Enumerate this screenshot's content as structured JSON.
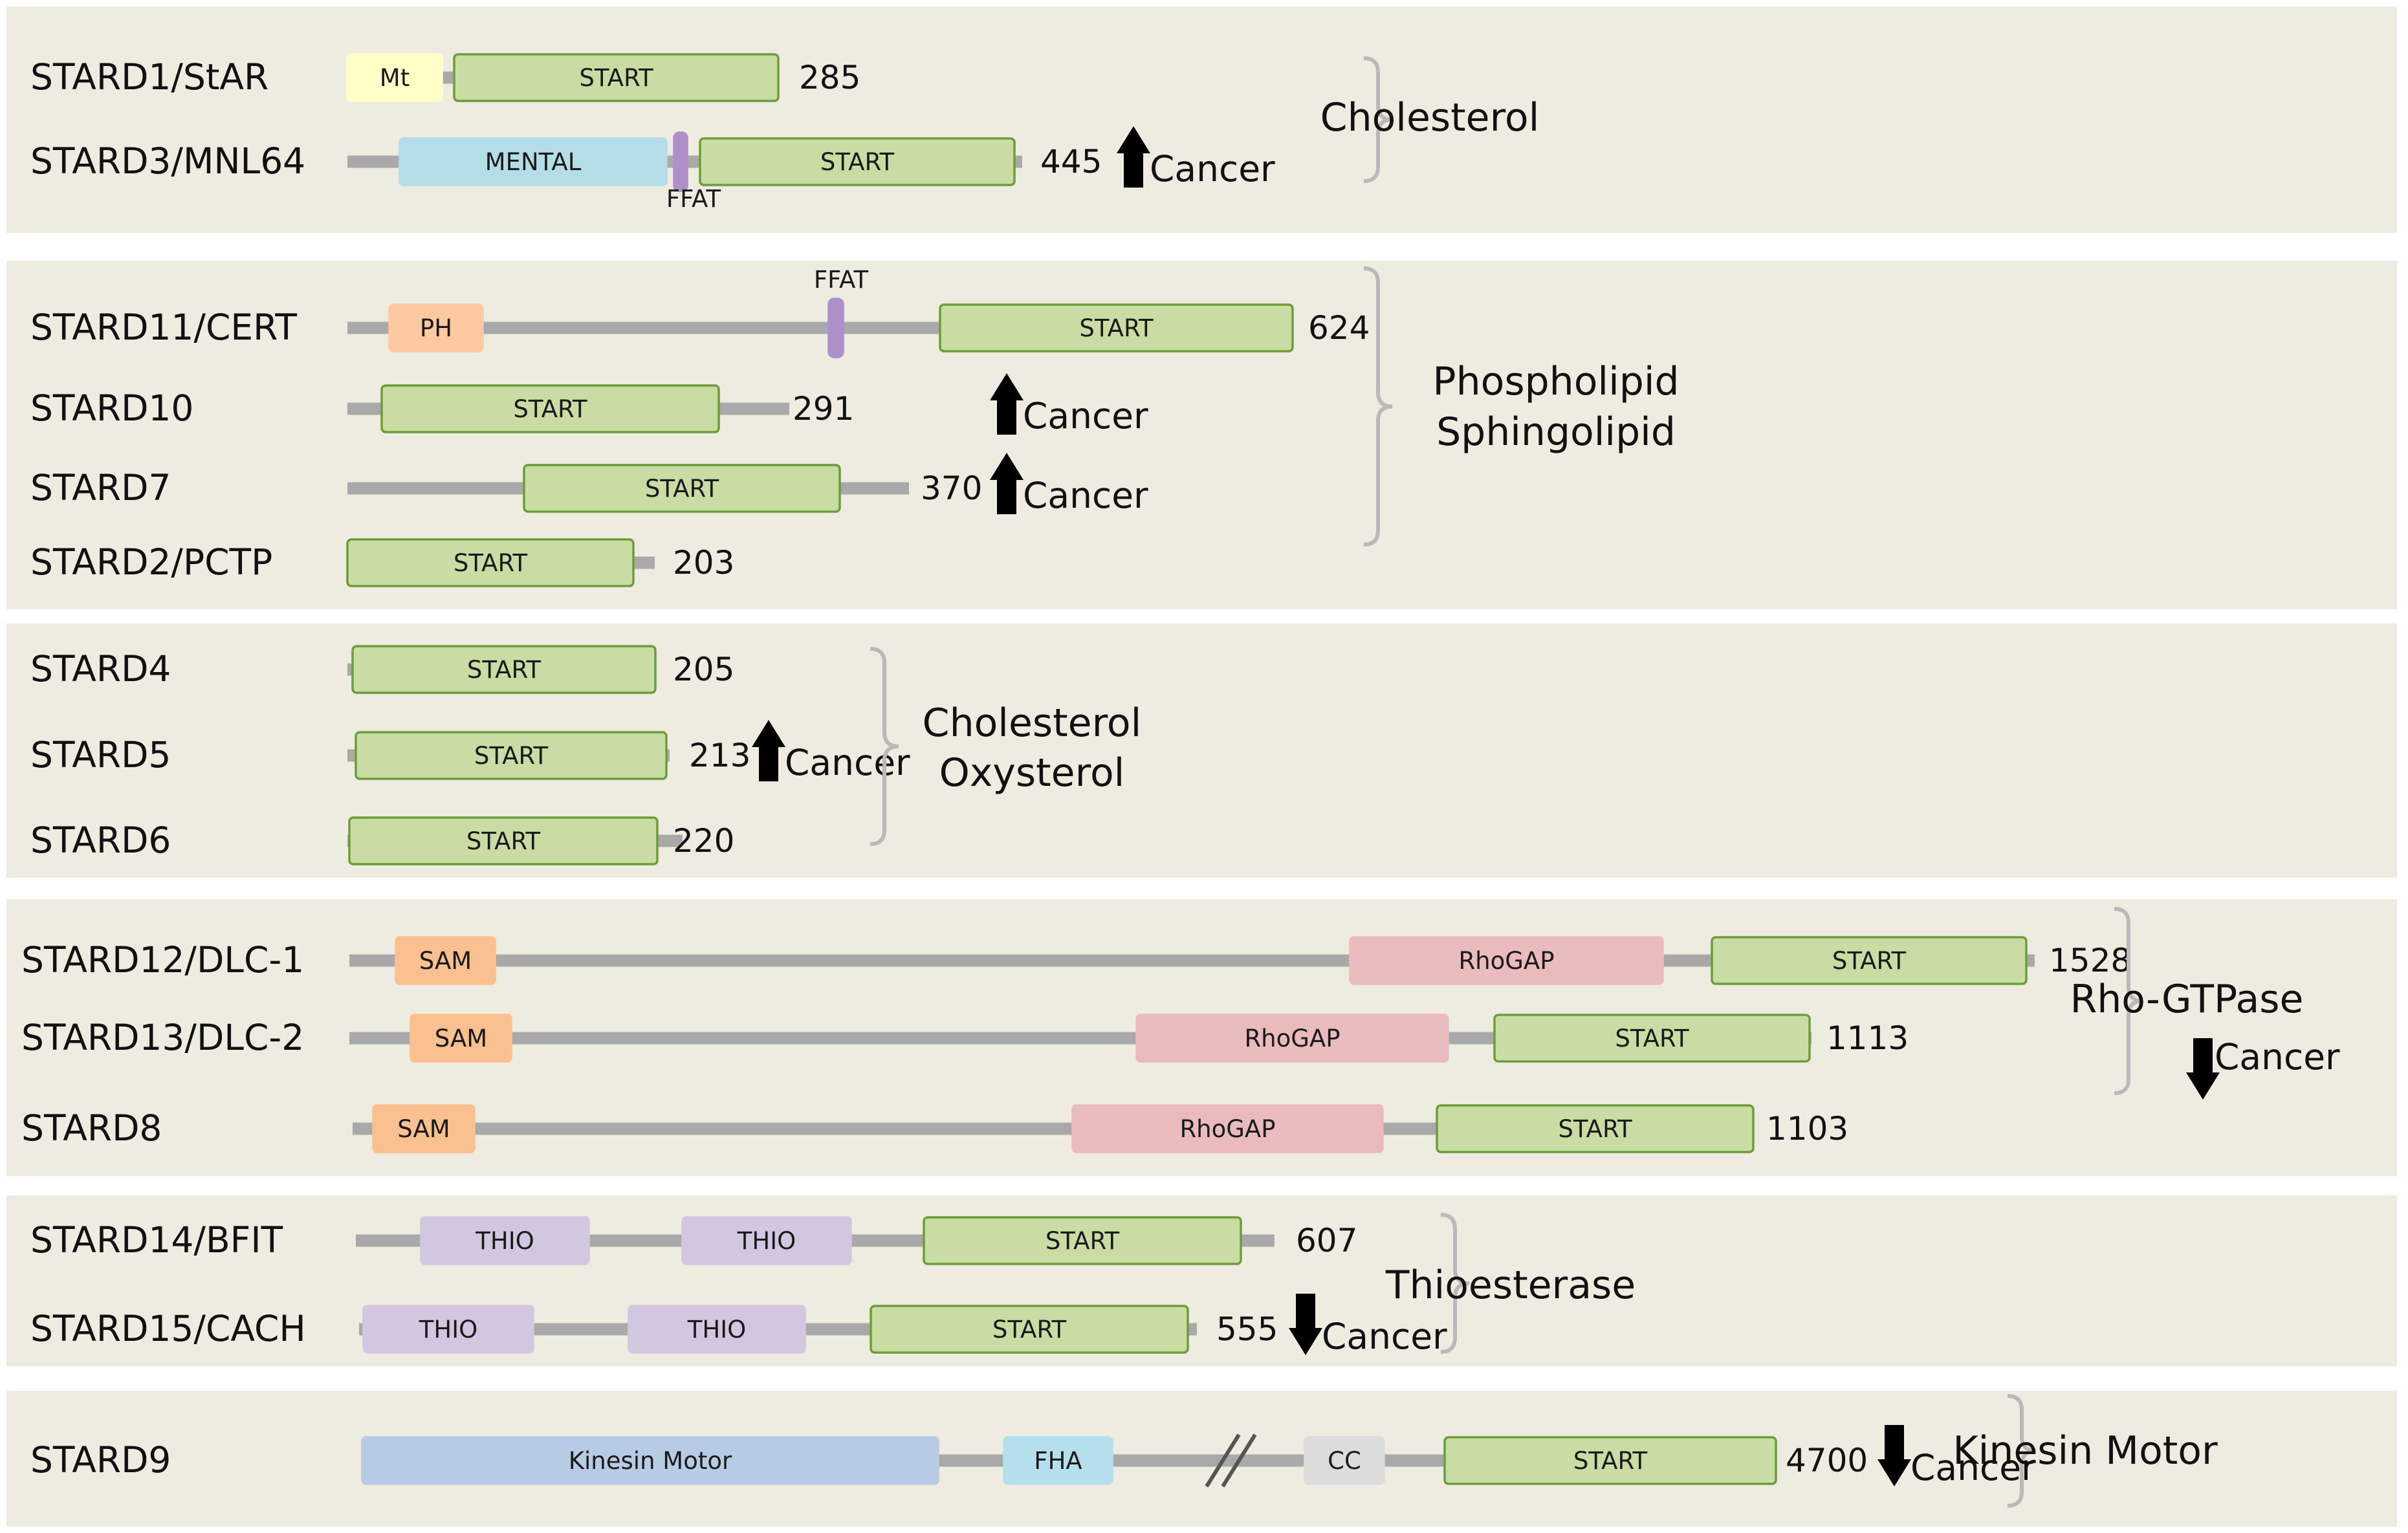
{
  "colors": {
    "START": {
      "fill": "#c9dca3",
      "stroke": "#6d9d3b"
    },
    "Mt": {
      "fill": "#ffffc8",
      "stroke": "#ffffc8"
    },
    "MENTAL": {
      "fill": "#b5dde8",
      "stroke": "#b5dde8"
    },
    "FFAT": {
      "fill": "#ae8fc8",
      "stroke": "#ae8fc8"
    },
    "PH": {
      "fill": "#fcc9a1",
      "stroke": "#fcc9a1"
    },
    "SAM": {
      "fill": "#fbc08f",
      "stroke": "#fbc08f"
    },
    "RhoGAP": {
      "fill": "#eabbbd",
      "stroke": "#eabbbd"
    },
    "THIO": {
      "fill": "#d3c6e0",
      "stroke": "#d3c6e0"
    },
    "Kinesin Motor": {
      "fill": "#b7cbe4",
      "stroke": "#b7cbe4"
    },
    "FHA": {
      "fill": "#b5dfed",
      "stroke": "#b5dfed"
    },
    "CC": {
      "fill": "#dcdcdc",
      "stroke": "#dcdcdc"
    }
  },
  "panels": [
    {
      "proteins": [
        {
          "name": "STARD1/StAR",
          "length": "285",
          "domains": [
            {
              "type": "Mt",
              "label": "Mt"
            },
            {
              "type": "START",
              "label": "START"
            }
          ]
        },
        {
          "name": "STARD3/MNL64",
          "length": "445",
          "cancer": "up",
          "cancer_label": "Cancer",
          "domains": [
            {
              "type": "MENTAL",
              "label": "MENTAL"
            },
            {
              "type": "FFAT",
              "label": "",
              "note": "FFAT"
            },
            {
              "type": "START",
              "label": "START"
            }
          ]
        }
      ],
      "group": {
        "lines": [
          "Cholesterol"
        ]
      }
    },
    {
      "proteins": [
        {
          "name": "STARD11/CERT",
          "length": "624",
          "domains": [
            {
              "type": "PH",
              "label": "PH"
            },
            {
              "type": "FFAT",
              "label": "",
              "note": "FFAT"
            },
            {
              "type": "START",
              "label": "START"
            }
          ]
        },
        {
          "name": "STARD10",
          "length": "291",
          "cancer": "up",
          "cancer_label": "Cancer",
          "domains": [
            {
              "type": "START",
              "label": "START"
            }
          ]
        },
        {
          "name": "STARD7",
          "length": "370",
          "cancer": "up",
          "cancer_label": "Cancer",
          "domains": [
            {
              "type": "START",
              "label": "START"
            }
          ]
        },
        {
          "name": "STARD2/PCTP",
          "length": "203",
          "domains": [
            {
              "type": "START",
              "label": "START"
            }
          ]
        }
      ],
      "group": {
        "lines": [
          "Phospholipid",
          "Sphingolipid"
        ]
      }
    },
    {
      "proteins": [
        {
          "name": "STARD4",
          "length": "205",
          "domains": [
            {
              "type": "START",
              "label": "START"
            }
          ]
        },
        {
          "name": "STARD5",
          "length": "213",
          "cancer": "up",
          "cancer_label": "Cancer",
          "domains": [
            {
              "type": "START",
              "label": "START"
            }
          ]
        },
        {
          "name": "STARD6",
          "length": "220",
          "domains": [
            {
              "type": "START",
              "label": "START"
            }
          ]
        }
      ],
      "group": {
        "lines": [
          "Cholesterol",
          "Oxysterol"
        ]
      }
    },
    {
      "proteins": [
        {
          "name": "STARD12/DLC-1",
          "length": "1528",
          "domains": [
            {
              "type": "SAM",
              "label": "SAM"
            },
            {
              "type": "RhoGAP",
              "label": "RhoGAP"
            },
            {
              "type": "START",
              "label": "START"
            }
          ]
        },
        {
          "name": "STARD13/DLC-2",
          "length": "1113",
          "domains": [
            {
              "type": "SAM",
              "label": "SAM"
            },
            {
              "type": "RhoGAP",
              "label": "RhoGAP"
            },
            {
              "type": "START",
              "label": "START"
            }
          ]
        },
        {
          "name": "STARD8",
          "length": "1103",
          "domains": [
            {
              "type": "SAM",
              "label": "SAM"
            },
            {
              "type": "RhoGAP",
              "label": "RhoGAP"
            },
            {
              "type": "START",
              "label": "START"
            }
          ]
        }
      ],
      "group": {
        "lines": [
          "Rho-GTPase"
        ],
        "cancer": "down",
        "cancer_label": "Cancer"
      }
    },
    {
      "proteins": [
        {
          "name": "STARD14/BFIT",
          "length": "607",
          "domains": [
            {
              "type": "THIO",
              "label": "THIO"
            },
            {
              "type": "THIO",
              "label": "THIO"
            },
            {
              "type": "START",
              "label": "START"
            }
          ]
        },
        {
          "name": "STARD15/CACH",
          "length": "555",
          "cancer": "down",
          "cancer_label": "Cancer",
          "domains": [
            {
              "type": "THIO",
              "label": "THIO"
            },
            {
              "type": "THIO",
              "label": "THIO"
            },
            {
              "type": "START",
              "label": "START"
            }
          ]
        }
      ],
      "group": {
        "lines": [
          "Thioesterase"
        ]
      }
    },
    {
      "proteins": [
        {
          "name": "STARD9",
          "length": "4700",
          "cancer": "down",
          "cancer_label": "Cancer",
          "domains": [
            {
              "type": "Kinesin Motor",
              "label": "Kinesin Motor"
            },
            {
              "type": "FHA",
              "label": "FHA"
            },
            {
              "type": "CC",
              "label": "CC"
            },
            {
              "type": "START",
              "label": "START"
            }
          ]
        }
      ],
      "group": {
        "lines": [
          "Kinesin Motor"
        ]
      }
    }
  ]
}
